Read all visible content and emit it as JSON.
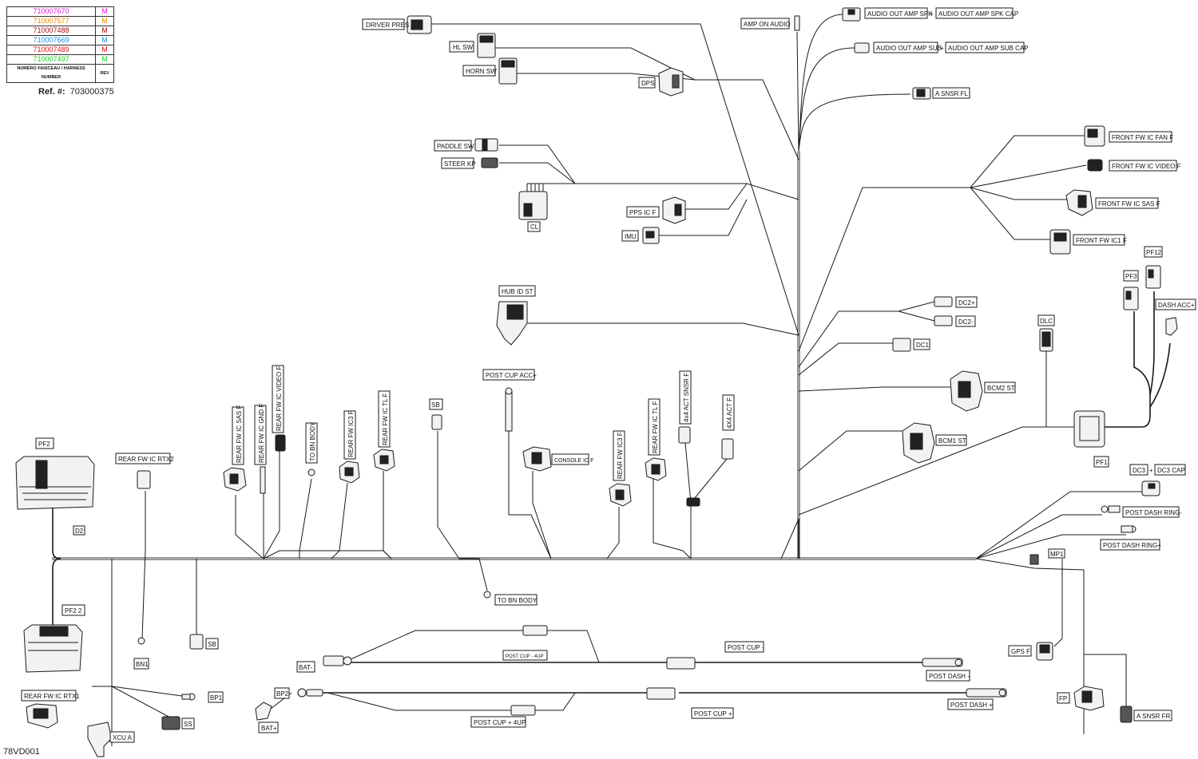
{
  "harness_table": {
    "rows": [
      {
        "number": "710007670",
        "rev": "M",
        "color": "#e020e0"
      },
      {
        "number": "710007577",
        "rev": "M",
        "color": "#f08a00"
      },
      {
        "number": "710007488",
        "rev": "M",
        "color": "#a01010"
      },
      {
        "number": "710007669",
        "rev": "M",
        "color": "#1a8fe0"
      },
      {
        "number": "710007489",
        "rev": "M",
        "color": "#e01010"
      },
      {
        "number": "710007497",
        "rev": "M",
        "color": "#20d020"
      }
    ],
    "header_number": "NUMÉRO FAISCEAU / HARNESS NUMBER",
    "header_rev": "REV"
  },
  "reference": {
    "label": "Ref. #:",
    "value": "703000375"
  },
  "drawing_code": "78VD001",
  "labels": {
    "driver_pres": "DRIVER PRES",
    "hl_sw": "HL SW",
    "horn_sw": "HORN SW",
    "dps": "DPS",
    "amp_on_audio": "AMP ON AUDIO",
    "audio_spk": "AUDIO OUT AMP SPK",
    "audio_spk_cap": "AUDIO OUT AMP SPK CAP",
    "audio_sub": "AUDIO OUT AMP SUB",
    "audio_sub_cap": "AUDIO OUT AMP SUB CAP",
    "plus": "+",
    "a_snsr_fl": "A SNSR FL",
    "paddle_sw": "PADDLE SW",
    "steer_kp": "STEER KP",
    "cl": "CL",
    "pps_ic_f": "PPS IC F",
    "imu": "IMU",
    "front_fw_ic_fan_f": "FRONT FW IC FAN F",
    "front_fw_ic_video_f": "FRONT FW IC VIDEO F",
    "front_fw_ic_sas_f": "FRONT FW IC SAS F",
    "front_fw_ic1_f": "FRONT FW IC1 F",
    "pf12": "PF12",
    "pf3": "PF3",
    "dash_acc": "DASH ACC+",
    "hub_id_st": "HUB ID ST",
    "dc2p": "DC2+",
    "dc2m": "DC2-",
    "dc1": "DC1",
    "dlc": "DLC",
    "bcm2_st": "BCM2 ST",
    "bcm1_st": "BCM1 ST",
    "pf1": "PF1",
    "dc3": "DC3",
    "dc3_cap": "DC3 CAP",
    "post_dash_ring_m": "POST DASH RING-",
    "post_dash_ring_p": "POST DASH RING+",
    "mp1": "MP1",
    "pf2": "PF2",
    "rear_fw_ic_rtx2": "REAR FW IC RTX2",
    "rear_fw_ic_sas_f": "REAR FW IC SAS F",
    "rear_fw_ic_gnd_f": "REAR FW IC GND F",
    "rear_fw_ic_video_f": "REAR FW IC VIDEO F",
    "to_bn_body": "TO BN BODY",
    "rear_fw_ic3_f": "REAR FW IC3 F",
    "rear_fw_ic_tl_f": "REAR FW IC TL F",
    "sb": "SB",
    "post_cup_acc": "POST CUP ACC+",
    "console_ic_f": "CONSOLE IC F",
    "rear_fw_ic3_f_b": "REAR FW IC3 F",
    "rear_fw_ic_tl_f_b": "REAR FW IC TL F",
    "act_snsr_f": "4x4 ACT SNSR F",
    "act_f": "4X4 ACT F",
    "d2": "D2",
    "pf2_2": "PF2 2",
    "to_bn_body_b": "TO BN BODY",
    "bn1": "BN1",
    "sb_b": "SB",
    "rear_fw_ic_rtx1": "REAR FW IC RTX1",
    "bp1": "BP1",
    "ss": "SS",
    "xcu_a": "XCU A",
    "bat_m": "BAT-",
    "bp2": "BP2",
    "bat_p": "BAT+",
    "post_cup_4up": "POST CUP - 4UP",
    "post_cup_m": "POST CUP -",
    "post_dash_m": "POST DASH -",
    "post_dash_p": "POST DASH +",
    "post_cup_p": "POST CUP +",
    "post_cup_p_4up": "POST CUP + 4UP",
    "gps_f": "GPS F",
    "fp": "FP",
    "a_snsr_fr": "A SNSR FR"
  }
}
